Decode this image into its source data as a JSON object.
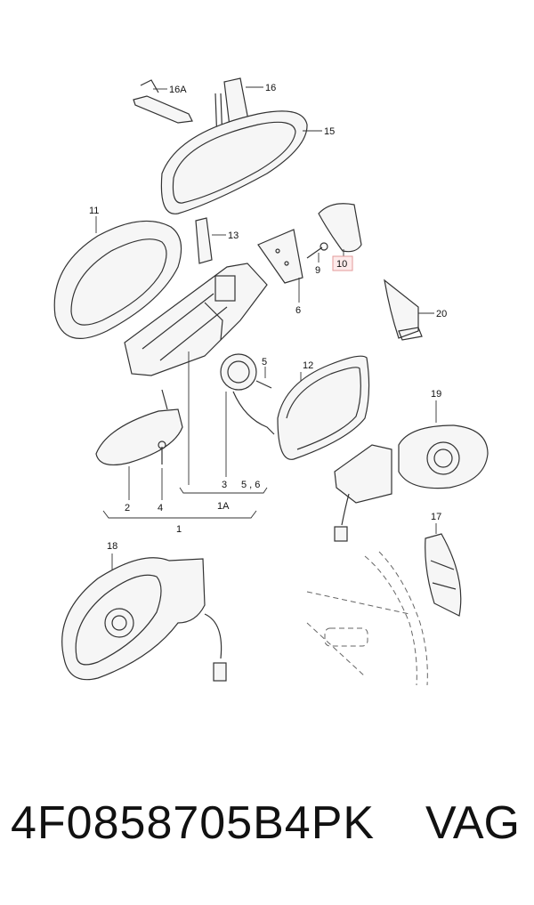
{
  "callouts": {
    "c16A": "16A",
    "c16": "16",
    "c15": "15",
    "c11": "11",
    "c13": "13",
    "c10": "10",
    "c9": "9",
    "c6": "6",
    "c20": "20",
    "c5": "5",
    "c12": "12",
    "c19": "19",
    "c2": "2",
    "c4": "4",
    "c3": "3",
    "c56": "5 , 6",
    "c1A": "1A",
    "c1": "1",
    "c17": "17",
    "c18": "18"
  },
  "footer": {
    "part_number": "4F0858705B4PK",
    "brand": "VAG"
  },
  "colors": {
    "highlight": "#e39a9a",
    "line": "#333333"
  }
}
